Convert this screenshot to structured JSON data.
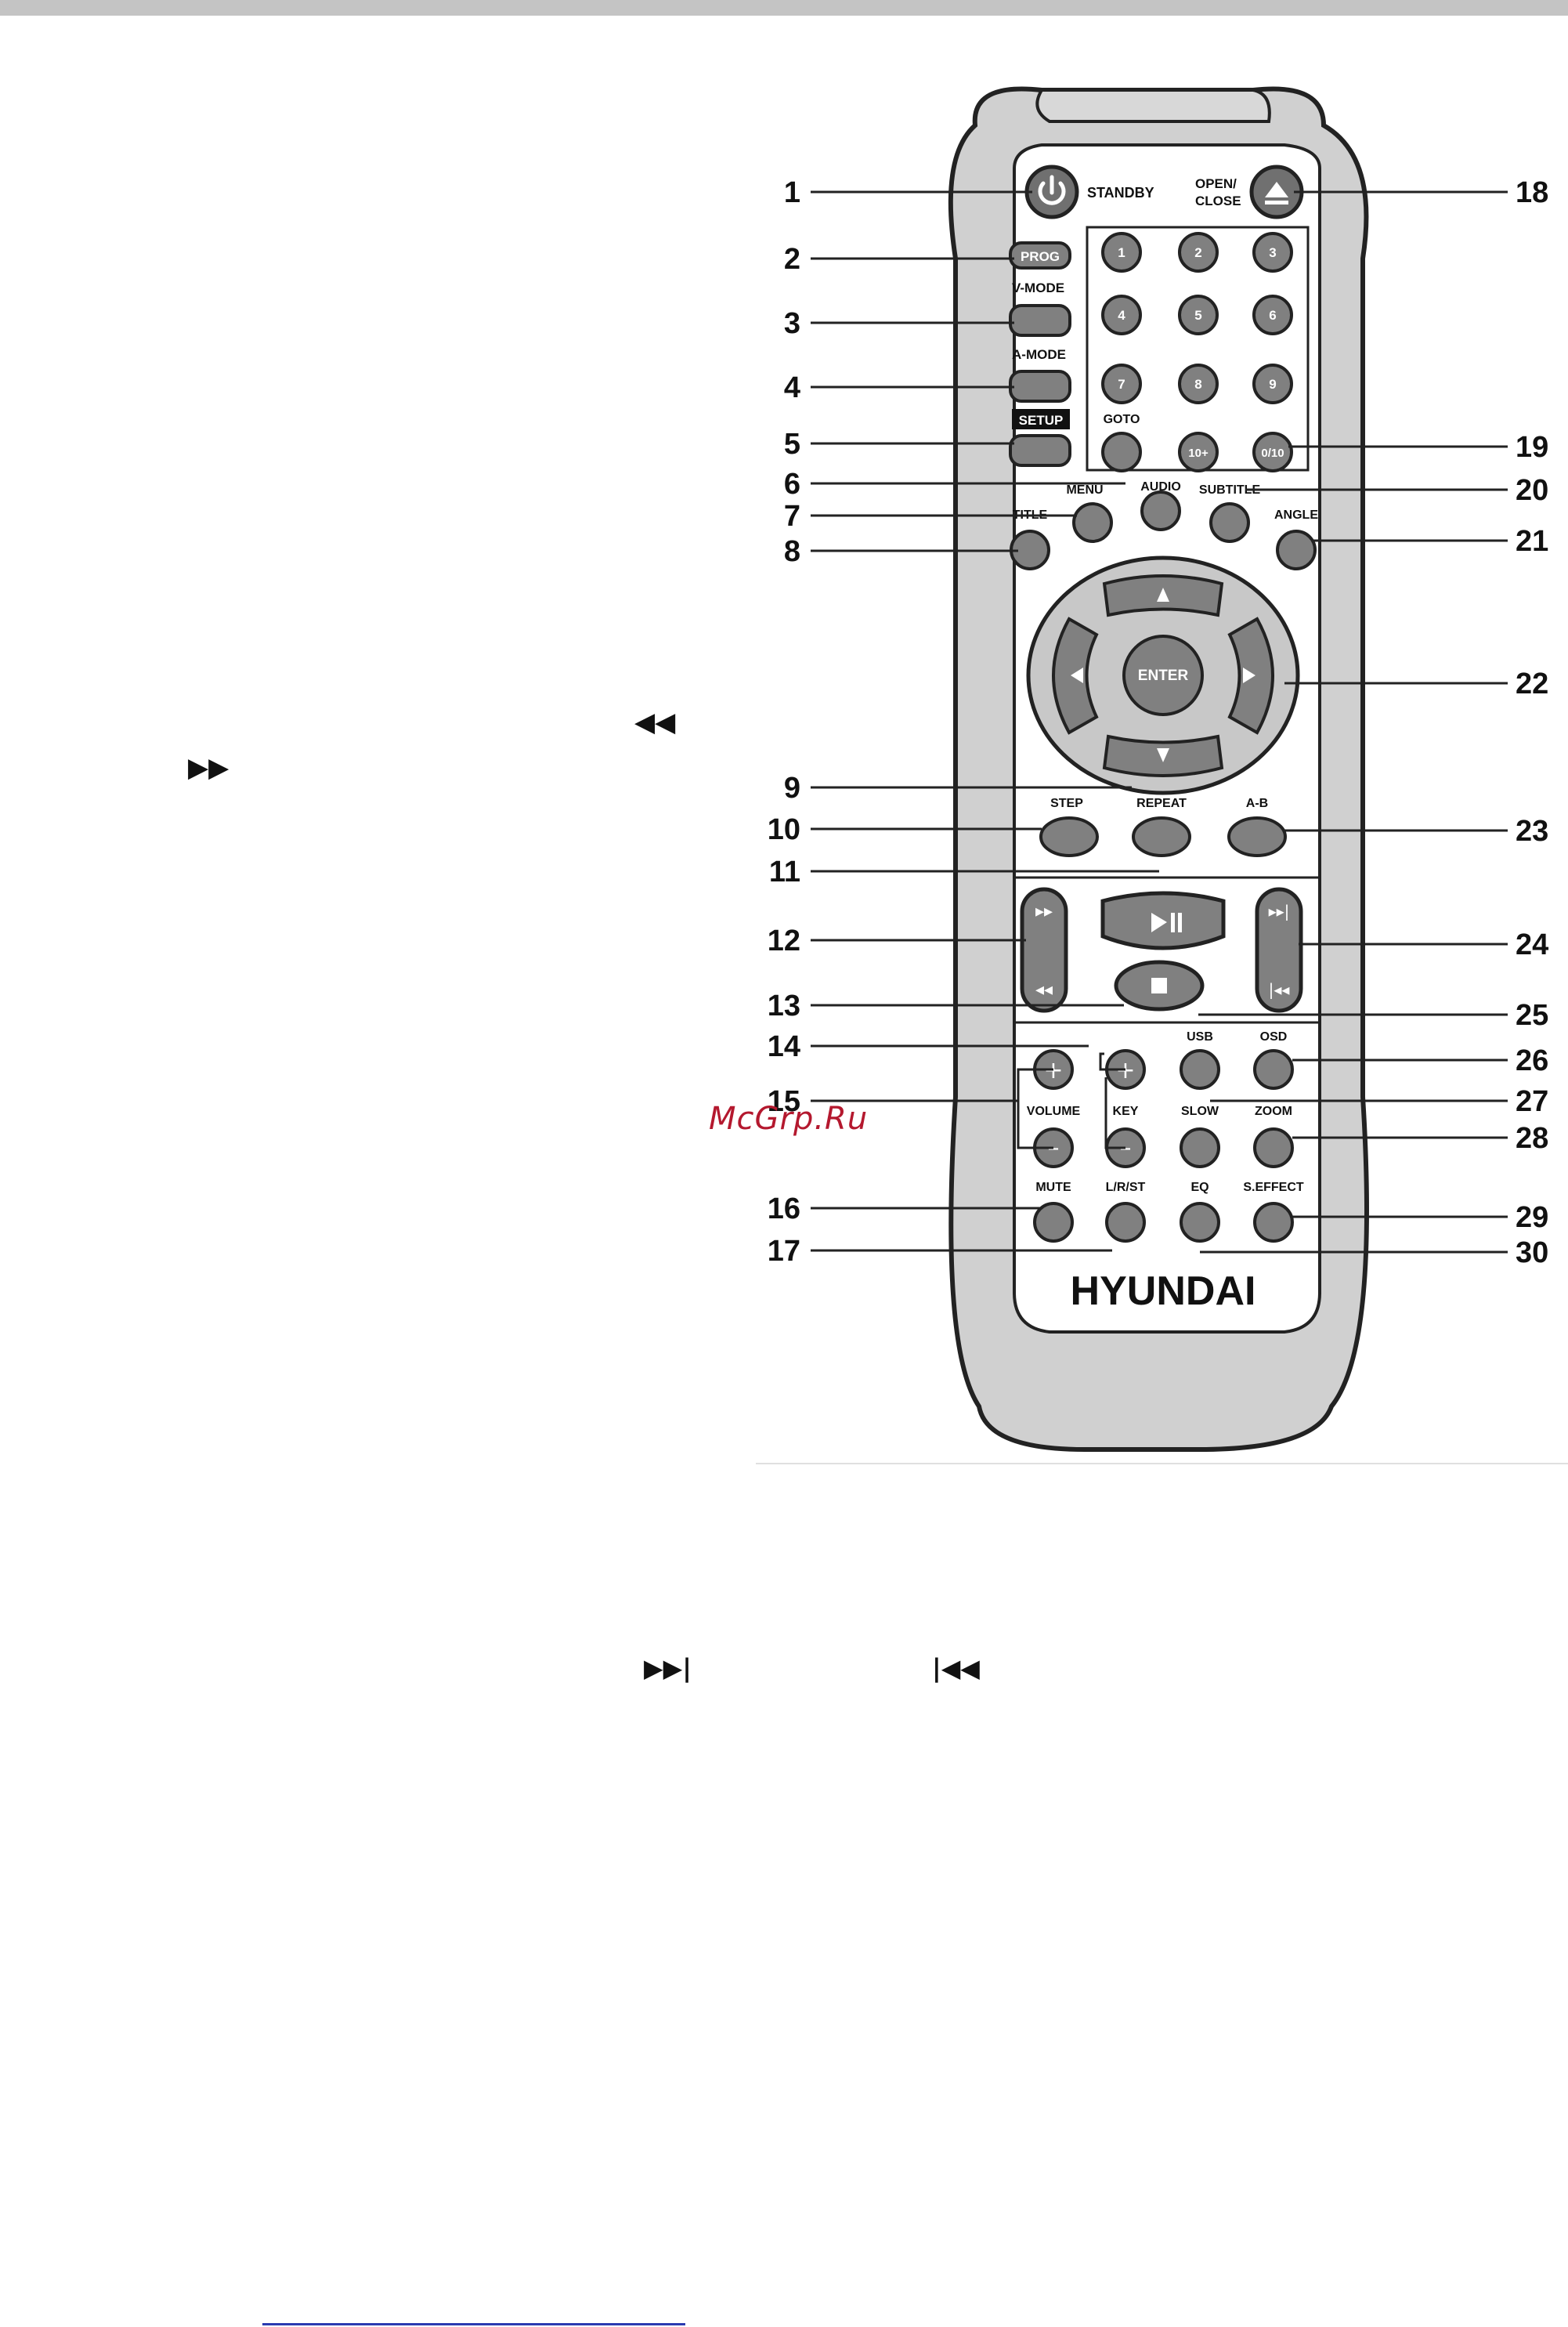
{
  "page": {
    "watermark": "McGrp.Ru",
    "brand": "HYUNDAI"
  },
  "colors": {
    "remote_body": "#d0d0d0",
    "remote_outline": "#222222",
    "button_fill": "#808080",
    "panel_fill": "#ffffff",
    "watermark": "#b4182e",
    "rule": "#2b3bb0"
  },
  "side_glyphs": {
    "rewind": "◀◀",
    "fast_forward": "▶▶",
    "next": "▶▶|",
    "previous": "|◀◀"
  },
  "labels": {
    "standby": "STANDBY",
    "open_close_1": "OPEN/",
    "open_close_2": "CLOSE",
    "prog": "PROG",
    "v_mode": "V-MODE",
    "a_mode": "A-MODE",
    "setup": "SETUP",
    "goto": "GOTO",
    "menu": "MENU",
    "audio": "AUDIO",
    "subtitle": "SUBTITLE",
    "title": "TITLE",
    "angle": "ANGLE",
    "enter": "ENTER",
    "step": "STEP",
    "repeat": "REPEAT",
    "ab": "A-B",
    "usb": "USB",
    "osd": "OSD",
    "volume": "VOLUME",
    "key": "KEY",
    "slow": "SLOW",
    "zoom": "ZOOM",
    "mute": "MUTE",
    "lrst": "L/R/ST",
    "eq": "EQ",
    "seffect": "S.EFFECT"
  },
  "numpad": [
    "1",
    "2",
    "3",
    "4",
    "5",
    "6",
    "7",
    "8",
    "9",
    "10+",
    "0/10"
  ],
  "callouts": [
    "1",
    "2",
    "3",
    "4",
    "5",
    "6",
    "7",
    "8",
    "9",
    "10",
    "11",
    "12",
    "13",
    "14",
    "15",
    "16",
    "17",
    "18",
    "19",
    "20",
    "21",
    "22",
    "23",
    "24",
    "25",
    "26",
    "27",
    "28",
    "29",
    "30"
  ],
  "icons": {
    "power": "power-icon",
    "eject": "eject-icon",
    "play_pause": "play-pause-icon",
    "stop": "stop-icon",
    "up": "arrow-up-icon",
    "down": "arrow-down-icon",
    "left": "arrow-left-icon",
    "right": "arrow-right-icon"
  }
}
